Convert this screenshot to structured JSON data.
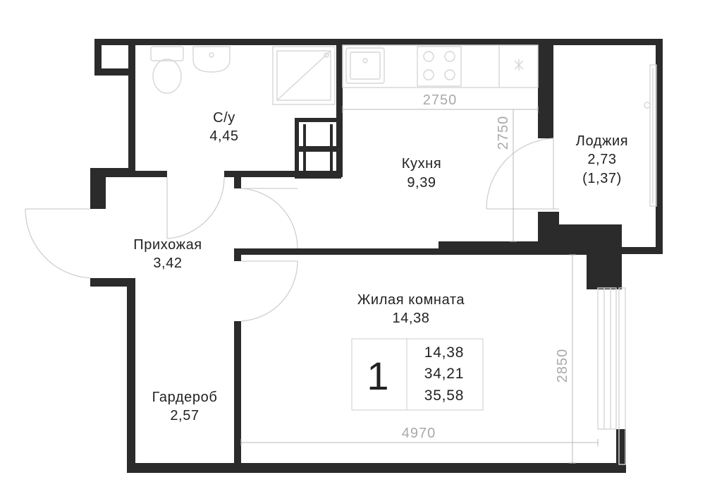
{
  "rooms": {
    "bathroom": {
      "name": "С/у",
      "area": "4,45"
    },
    "kitchen": {
      "name": "Кухня",
      "area": "9,39"
    },
    "loggia": {
      "name": "Лоджия",
      "area": "2,73",
      "area_reduced": "(1,37)"
    },
    "hallway": {
      "name": "Прихожая",
      "area": "3,42"
    },
    "living_room": {
      "name": "Жилая комната",
      "area": "14,38"
    },
    "wardrobe": {
      "name": "Гардероб",
      "area": "2,57"
    }
  },
  "dimensions": {
    "kitchen_width": "2750",
    "kitchen_depth": "2750",
    "living_width": "4970",
    "living_depth": "2850"
  },
  "summary": {
    "room_count": "1",
    "living_area": "14,38",
    "total_area": "34,21",
    "total_area_with_loggia": "35,58"
  },
  "colors": {
    "wall": "#2b2b2b",
    "fixture": "#d6d6d6",
    "dimension": "#a9a9a9",
    "text": "#222222"
  }
}
